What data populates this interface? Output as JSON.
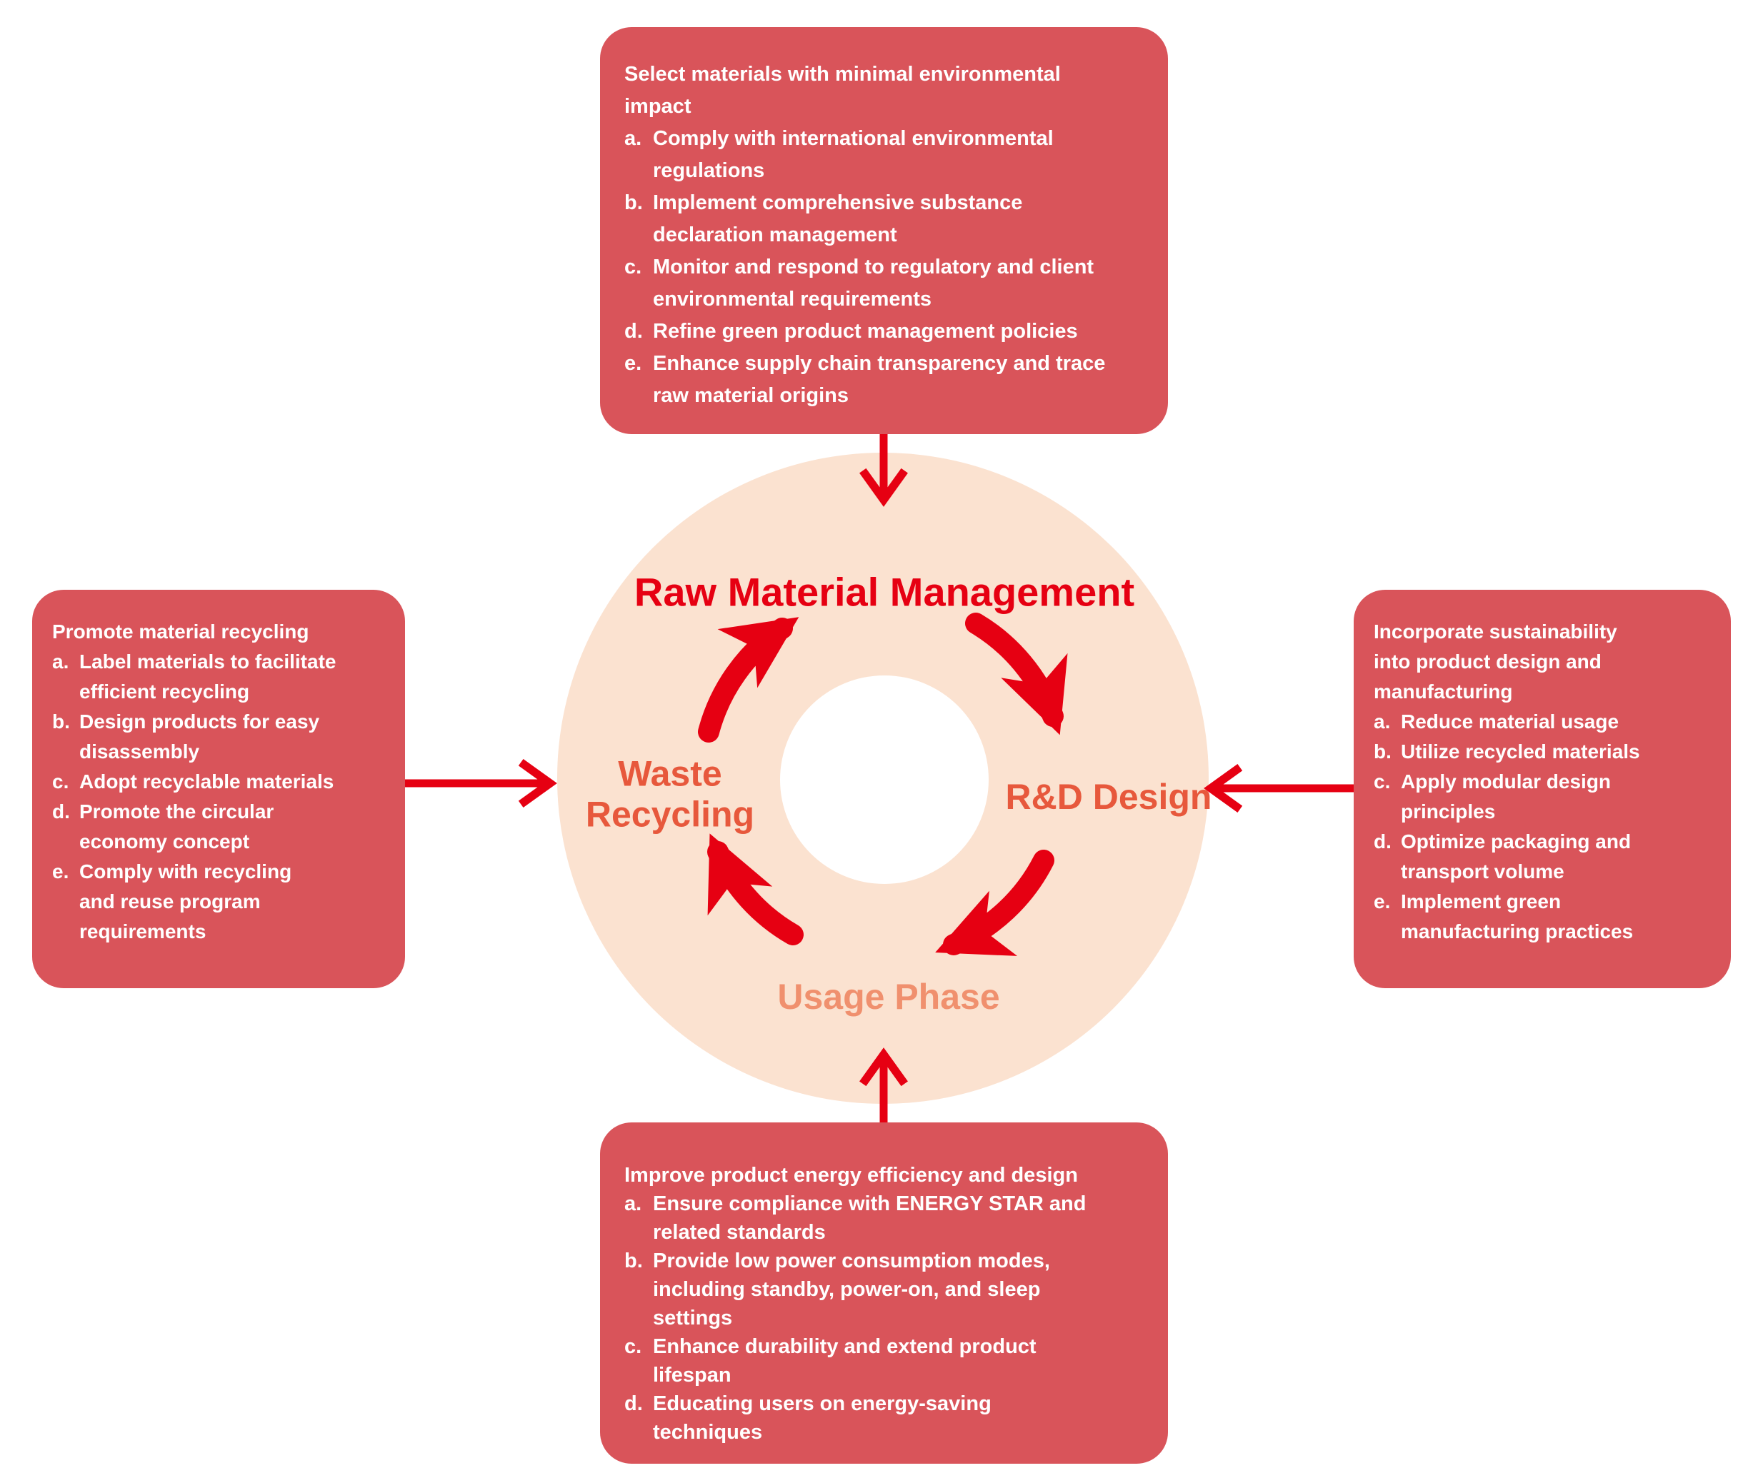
{
  "colors": {
    "box_bg": "#d9545a",
    "accent": "#e60012",
    "circle_bg": "#fbe2d0",
    "label_orange": "#e7583c",
    "usage_orange": "#f0906e",
    "box_text": "#ffffff"
  },
  "cycle": {
    "top_label": "Raw Material Management",
    "right_label": "R&D Design",
    "bottom_label": "Usage Phase",
    "left_label": "Waste\nRecycling"
  },
  "boxes": {
    "top": {
      "intro": "Select materials with minimal environmental\nimpact",
      "items": [
        {
          "label": "a.",
          "text": "Comply with international environmental\nregulations"
        },
        {
          "label": "b.",
          "text": "Implement comprehensive substance\ndeclaration management"
        },
        {
          "label": "c.",
          "text": "Monitor and respond to regulatory and client\nenvironmental requirements"
        },
        {
          "label": "d.",
          "text": "Refine green product management policies"
        },
        {
          "label": "e.",
          "text": "Enhance supply chain transparency and trace\nraw material origins"
        }
      ]
    },
    "right": {
      "intro": "Incorporate sustainability\ninto product design and\nmanufacturing",
      "items": [
        {
          "label": "a.",
          "text": "Reduce material usage"
        },
        {
          "label": "b.",
          "text": "Utilize recycled materials"
        },
        {
          "label": "c.",
          "text": "Apply modular design\nprinciples"
        },
        {
          "label": "d.",
          "text": "Optimize packaging and\ntransport volume"
        },
        {
          "label": "e.",
          "text": "Implement green\nmanufacturing practices"
        }
      ]
    },
    "bottom": {
      "intro": "Improve product energy efficiency and design",
      "items": [
        {
          "label": "a.",
          "text": "Ensure compliance with ENERGY STAR and\nrelated standards"
        },
        {
          "label": "b.",
          "text": "Provide low power consumption modes,\nincluding standby, power-on, and sleep\nsettings"
        },
        {
          "label": "c.",
          "text": "Enhance durability and extend product\nlifespan"
        },
        {
          "label": "d.",
          "text": "Educating users on energy-saving\ntechniques"
        }
      ]
    },
    "left": {
      "intro": "Promote material recycling",
      "items": [
        {
          "label": "a.",
          "text": "Label materials to facilitate\nefficient recycling"
        },
        {
          "label": "b.",
          "text": "Design products for easy\ndisassembly"
        },
        {
          "label": "c.",
          "text": "Adopt recyclable materials"
        },
        {
          "label": "d.",
          "text": "Promote the circular\neconomy concept"
        },
        {
          "label": "e.",
          "text": "Comply with recycling\nand reuse program\nrequirements"
        }
      ]
    }
  }
}
